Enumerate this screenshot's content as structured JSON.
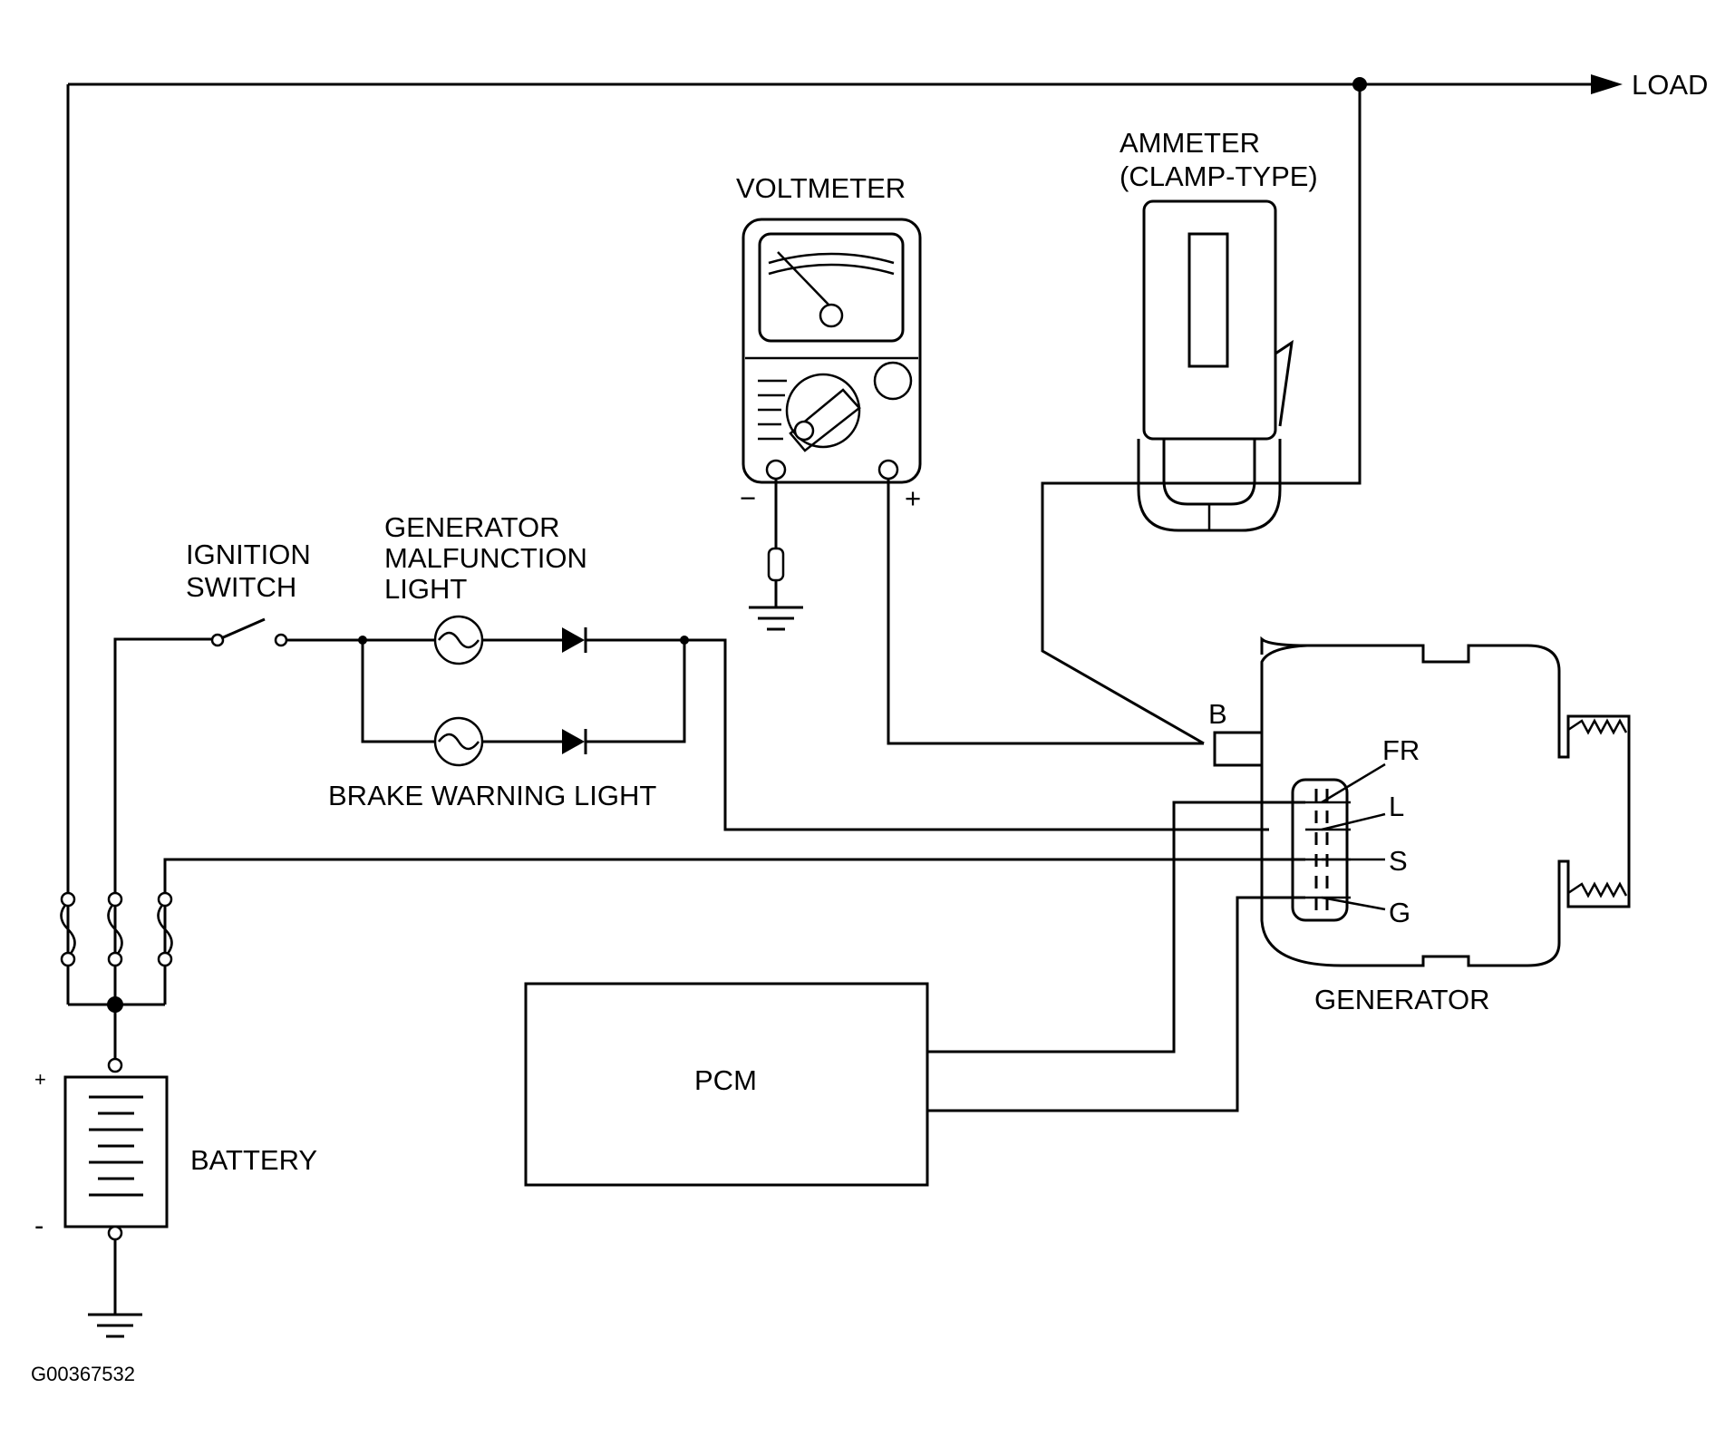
{
  "labels": {
    "load": "LOAD",
    "voltmeter": "VOLTMETER",
    "ammeter_line1": "AMMETER",
    "ammeter_line2": "(CLAMP-TYPE)",
    "ignition_line1": "IGNITION",
    "ignition_line2": "SWITCH",
    "gml_line1": "GENERATOR",
    "gml_line2": "MALFUNCTION",
    "gml_line3": "LIGHT",
    "brake_warning": "BRAKE WARNING LIGHT",
    "terminal_b": "B",
    "terminal_fr": "FR",
    "terminal_l": "L",
    "terminal_s": "S",
    "terminal_g": "G",
    "generator": "GENERATOR",
    "pcm": "PCM",
    "battery": "BATTERY",
    "battery_plus": "+",
    "battery_minus": "-",
    "voltmeter_minus": "−",
    "voltmeter_plus": "+",
    "figure_id": "G00367532"
  }
}
